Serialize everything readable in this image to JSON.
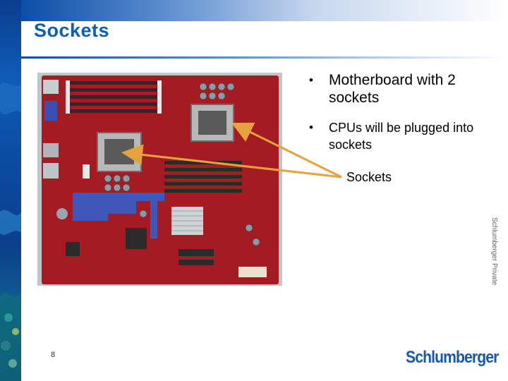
{
  "slide": {
    "title": "Sockets",
    "bullets": [
      "Motherboard with 2 sockets",
      "CPUs will be plugged into sockets"
    ],
    "bullet_glyph": "•",
    "callout_label": "Sockets",
    "sidebar_text": "Schlumberger Private",
    "page_number": "8",
    "logo_text": "Schlumberger"
  },
  "colors": {
    "title": "#0c5cb8",
    "arrow": "#e6a23c",
    "logo": "#1558b0",
    "board": "#a41b22"
  }
}
